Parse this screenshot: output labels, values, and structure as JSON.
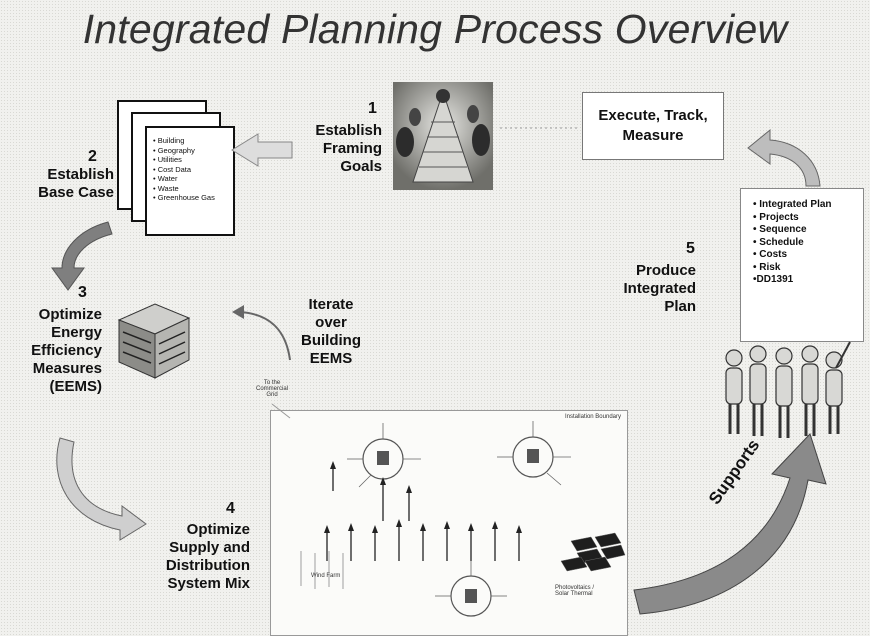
{
  "title": "Integrated Planning Process Overview",
  "steps": {
    "s1": {
      "num": "1",
      "label": [
        "Establish",
        "Framing",
        "Goals"
      ]
    },
    "s2": {
      "num": "2",
      "label": [
        "Establish",
        "Base Case"
      ]
    },
    "s3": {
      "num": "3",
      "label": [
        "Optimize",
        "Energy",
        "Efficiency",
        "Measures",
        "(EEMS)"
      ]
    },
    "s4": {
      "num": "4",
      "label": [
        "Optimize",
        "Supply and",
        "Distribution",
        "System Mix"
      ]
    },
    "s5": {
      "num": "5",
      "label": [
        "Produce",
        "Integrated",
        "Plan"
      ]
    }
  },
  "base_case_list": [
    "Building",
    "Geography",
    "Utilities",
    "Cost Data",
    "Water",
    "Waste",
    "Greenhouse Gas"
  ],
  "execute": [
    "Execute, Track,",
    "Measure"
  ],
  "iterate": [
    "Iterate",
    "over",
    "Building",
    "EEMS"
  ],
  "plan_list": [
    "Integrated Plan",
    "Projects",
    "Sequence",
    "Schedule",
    "Costs",
    "Risk"
  ],
  "plan_last": "•DD1391",
  "supports": "Supports",
  "map_labels": {
    "boundary": "Installation Boundary",
    "wind": "Wind Farm",
    "pv": [
      "Photovoltaics /",
      "Solar Thermal"
    ],
    "to_grid": [
      "To the",
      "Commercial",
      "Grid"
    ]
  },
  "colors": {
    "arrow_light": "#d6d6d6",
    "arrow_dark": "#7f7f7f",
    "arrow_stroke": "#555555"
  }
}
